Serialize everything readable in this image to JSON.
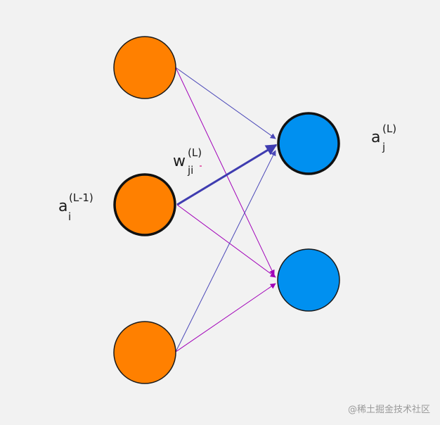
{
  "layers": {
    "input_layer": {
      "neuron_count": 3,
      "color": "#ff8000"
    },
    "output_layer": {
      "neuron_count": 2,
      "color": "#0090f0"
    }
  },
  "connections": {
    "blue_color": "#4b48b8",
    "magenta_color": "#a100b8",
    "highlighted_color": "#3f3cb0"
  },
  "labels": {
    "activation_prev": {
      "base": "a",
      "superscript": "(L-1)",
      "subscript": "i"
    },
    "weight": {
      "base": "w",
      "superscript": "(L)",
      "subscript": "ji"
    },
    "activation_curr": {
      "base": "a",
      "superscript": "(L)",
      "subscript": "j"
    }
  },
  "watermark": "@稀土掘金技术社区"
}
